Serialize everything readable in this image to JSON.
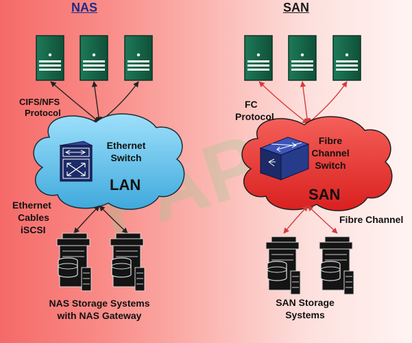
{
  "nas": {
    "title": "NAS",
    "protocol_line1": "CIFS/NFS",
    "protocol_line2": "Protocol",
    "switch_line1": "Ethernet",
    "switch_line2": "Switch",
    "network_label": "LAN",
    "cables_line1": "Ethernet",
    "cables_line2": "Cables",
    "cables_line3": "iSCSI",
    "storage_line1": "NAS Storage Systems",
    "storage_line2": "with NAS Gateway"
  },
  "san": {
    "title": "SAN",
    "protocol_line1": "FC",
    "protocol_line2": "Protocol",
    "switch_line1": "Fibre",
    "switch_line2": "Channel",
    "switch_line3": "Switch",
    "network_label": "SAN",
    "link_label": "Fibre Channel",
    "storage_line1": "SAN Storage",
    "storage_line2": "Systems"
  },
  "colors": {
    "server": "#15664a",
    "cloud_nas": "#5fbfe9",
    "cloud_san": "#e7332f",
    "switch": "#1c2b67",
    "storage": "#141414",
    "nas_arrow": "#222222",
    "san_arrow": "#d63b3b"
  },
  "watermark": "PAPA"
}
